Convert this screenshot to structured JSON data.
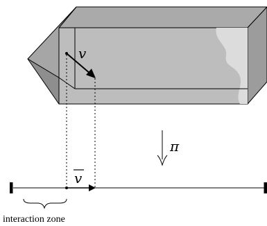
{
  "labels": {
    "vector": "v",
    "projected_vector": "v",
    "projection": "π",
    "caption": "interaction zone"
  },
  "colors": {
    "top_face": "#aaaaaa",
    "front_face": "#bdbdbd",
    "side_face": "#9c9c9c",
    "tip_light": "#a6a6a6",
    "tip_dark": "#8e8e8e",
    "light_patch": "#dcdcdc",
    "stroke": "#000000"
  }
}
